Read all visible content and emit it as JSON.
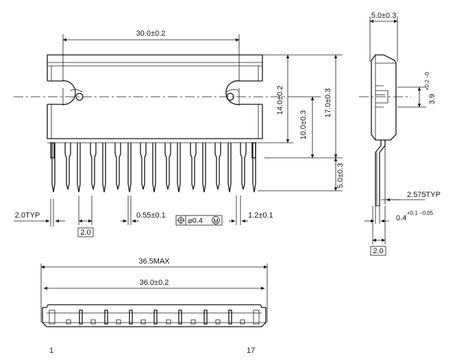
{
  "front_view": {
    "dim_width": "30.0±0.2",
    "dim_body_height": "14.0±0.2",
    "dim_hole_to_leadbend": "10.0±0.3",
    "dim_total_height": "17.0±0.3",
    "dim_lead_length": "5.0±0.3",
    "dim_end_pitch": "2.0TYP",
    "dim_pitch": "2.0",
    "dim_lead_width": "0.55±0.1",
    "position_tolerance": "⌀0.4",
    "position_modifier": "M",
    "dim_lead_tip": "1.2±0.1"
  },
  "side_view": {
    "dim_thickness": "5.0±0.3",
    "dim_hole_offset": "3.9",
    "dim_hole_offset_tol": "+0.2 −0",
    "dim_lead_offset": "2.575TYP",
    "dim_lead_thickness": "0.4",
    "dim_lead_thickness_tol": "+0.1 −0.05",
    "dim_pitch": "2.0"
  },
  "bottom_view": {
    "dim_max_length": "36.5MAX",
    "dim_length": "36.0±0.2",
    "pin_first": "1",
    "pin_last": "17"
  }
}
